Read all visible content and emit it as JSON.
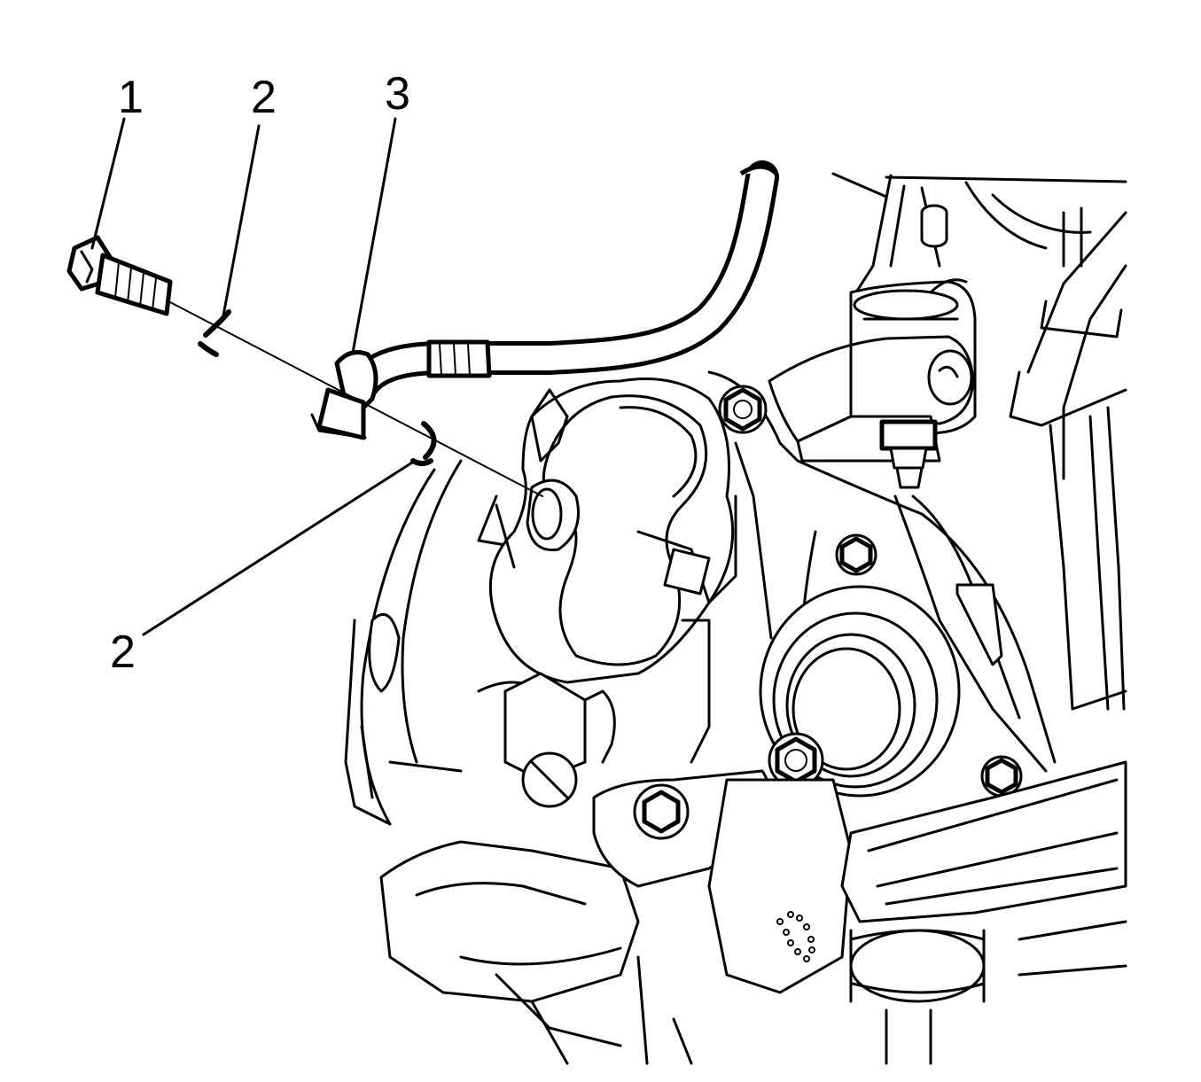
{
  "diagram": {
    "callouts": [
      {
        "id": "c1",
        "label": "1"
      },
      {
        "id": "c2a",
        "label": "2"
      },
      {
        "id": "c3",
        "label": "3"
      },
      {
        "id": "c2b",
        "label": "2"
      }
    ]
  }
}
